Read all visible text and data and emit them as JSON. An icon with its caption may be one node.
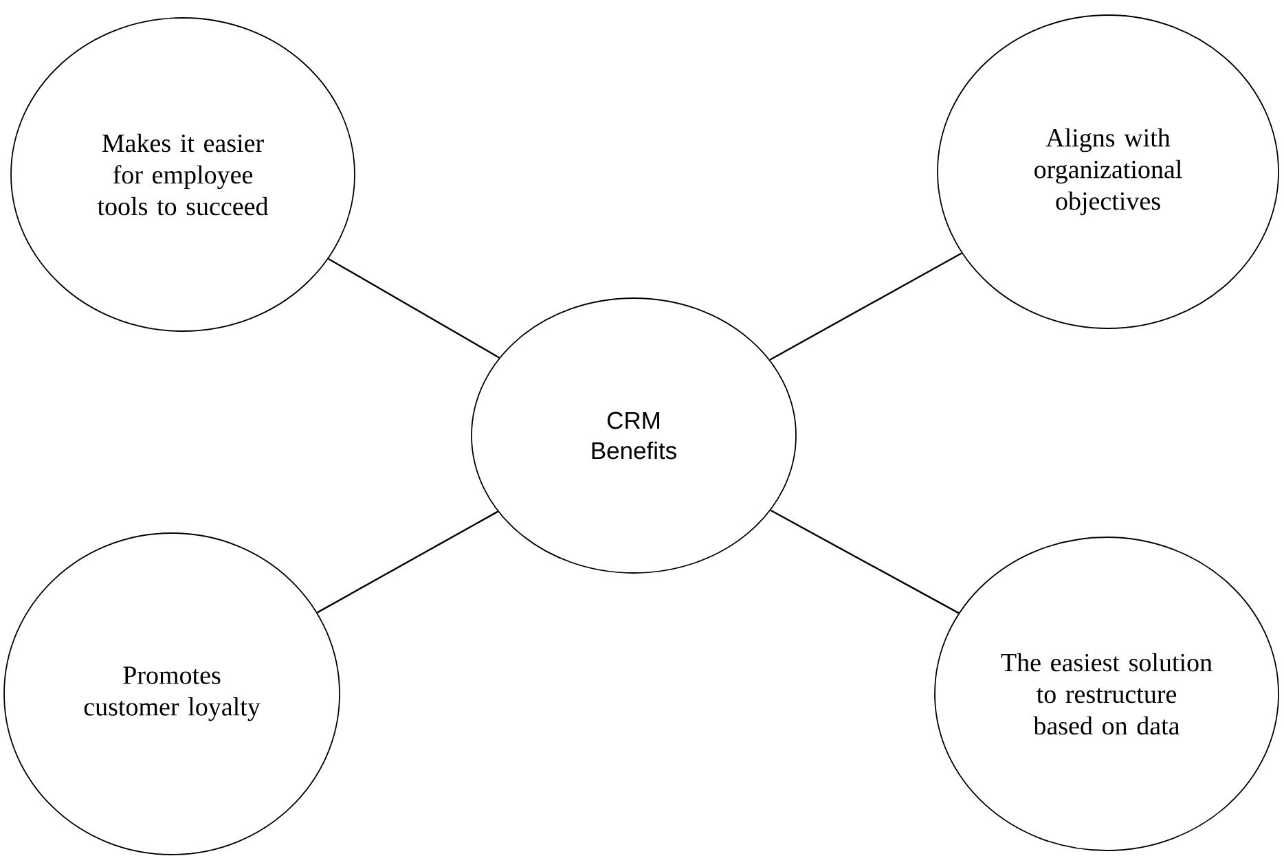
{
  "diagram": {
    "nodes": [
      {
        "text": [
          "Makes it easier for employee tools to succeed"
        ]
      },
      {
        "text": [
          "Aligns with organizational objectives"
        ]
      },
      {
        "text": [
          "CRM Benefits"
        ]
      },
      {
        "text": [
          "Promotes customer loyalty"
        ]
      },
      {
        "text": [
          "The easiest solution to restructure based on data"
        ]
      }
    ],
    "edges": [
      {
        "from": 2,
        "to": 0,
        "arrow": "none"
      },
      {
        "from": 2,
        "to": 1,
        "arrow": "none"
      },
      {
        "from": 2,
        "to": 3,
        "arrow": "none"
      },
      {
        "from": 2,
        "to": 4,
        "arrow": "none"
      }
    ]
  }
}
